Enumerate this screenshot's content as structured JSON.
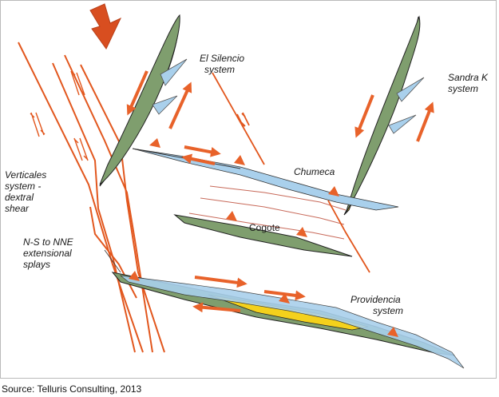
{
  "labels": {
    "el_silencio": [
      "El Silencio",
      "system"
    ],
    "sandra_k": [
      "Sandra K",
      "system"
    ],
    "chumeca": "Chumeca",
    "cogote": "Cogote",
    "verticales": [
      "Verticales",
      "system -",
      "dextral",
      "shear"
    ],
    "splays": [
      "N-S to NNE",
      "extensional",
      "splays"
    ],
    "providencia": [
      "Providencia",
      "system"
    ]
  },
  "source": "Source: Telluris Consulting, 2013",
  "colors": {
    "fault": "#e2571e",
    "thrust": "#c86a5a",
    "green_vein": "#7f9e6e",
    "yellow_vein": "#f4d11c",
    "blue_vein": "#a9d0ec",
    "arrow": "#e8622a"
  }
}
